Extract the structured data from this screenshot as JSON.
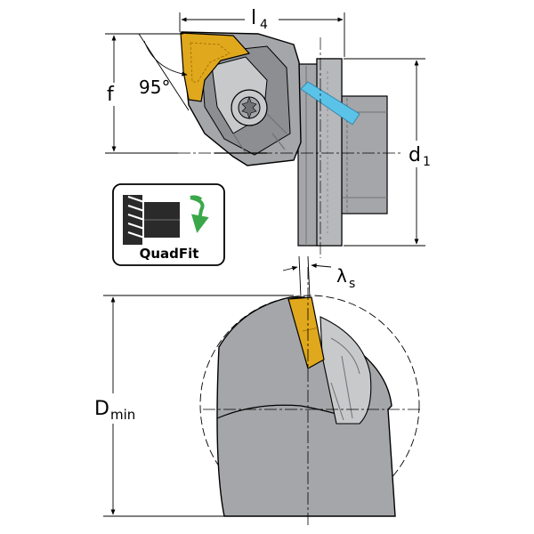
{
  "labels": {
    "l4": "l",
    "l4_sub": "4",
    "f": "f",
    "angle": "95°",
    "d1": "d",
    "d1_sub": "1",
    "lambda_s": "λ",
    "lambda_s_sub": "s",
    "dmin": "D",
    "dmin_sub": "min"
  },
  "badge": {
    "text": "QuadFit"
  },
  "colors": {
    "body_gray": "#a4a6a9",
    "dark_gray": "#6f7174",
    "light_gray": "#c7c9cb",
    "insert_orange": "#e0a81c",
    "coolant_blue": "#5cc3e8",
    "arrow_green": "#3aa84a"
  }
}
